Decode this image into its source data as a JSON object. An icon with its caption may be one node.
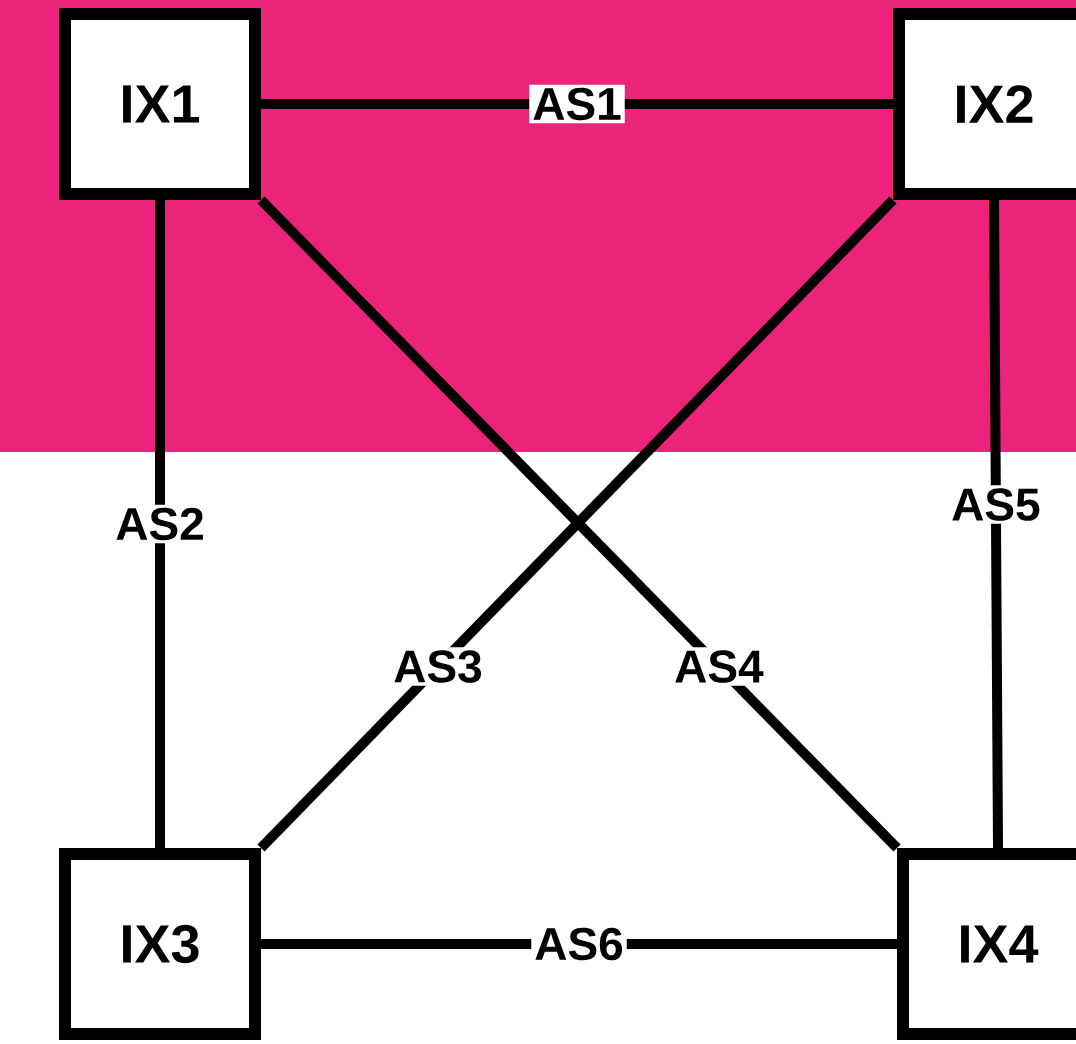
{
  "diagram": {
    "nodes": [
      {
        "text": [
          "IX1"
        ]
      },
      {
        "text": [
          "IX2"
        ]
      },
      {
        "text": [
          "IX3"
        ]
      },
      {
        "text": [
          "IX4"
        ]
      }
    ],
    "edges": [
      {
        "from": 0,
        "to": 1,
        "arrow": "none",
        "label": "AS1"
      },
      {
        "from": 0,
        "to": 2,
        "arrow": "none",
        "label": "AS2"
      },
      {
        "from": 1,
        "to": 2,
        "arrow": "none",
        "label": "AS3"
      },
      {
        "from": 0,
        "to": 3,
        "arrow": "none",
        "label": "AS4"
      },
      {
        "from": 1,
        "to": 3,
        "arrow": "none",
        "label": "AS5"
      },
      {
        "from": 2,
        "to": 3,
        "arrow": "none",
        "label": "AS6"
      }
    ]
  }
}
